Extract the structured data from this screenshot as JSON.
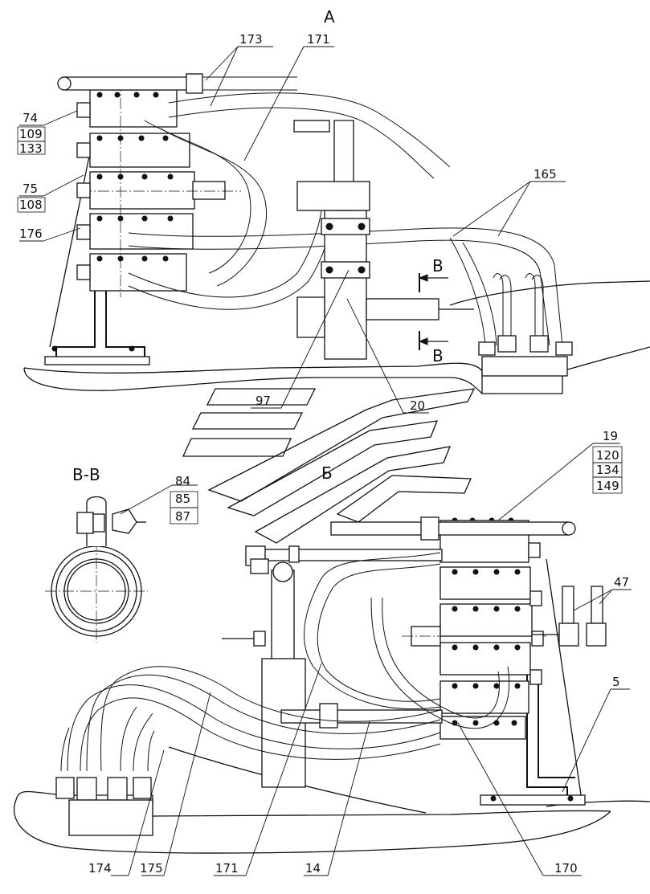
{
  "views": {
    "top": "А",
    "bottom": "Б",
    "section": "В-В",
    "section_mark_upper": "В",
    "section_mark_lower": "В"
  },
  "labels": {
    "l173": "173",
    "l171_top": "171",
    "l74": "74",
    "l109": "109",
    "l133": "133",
    "l75": "75",
    "l108": "108",
    "l176": "176",
    "l165": "165",
    "l97": "97",
    "l20": "20",
    "l84": "84",
    "l85": "85",
    "l87": "87",
    "l19": "19",
    "l120": "120",
    "l134": "134",
    "l149": "149",
    "l47": "47",
    "l5": "5",
    "l174": "174",
    "l175": "175",
    "l171_bottom": "171",
    "l14": "14",
    "l170": "170"
  }
}
